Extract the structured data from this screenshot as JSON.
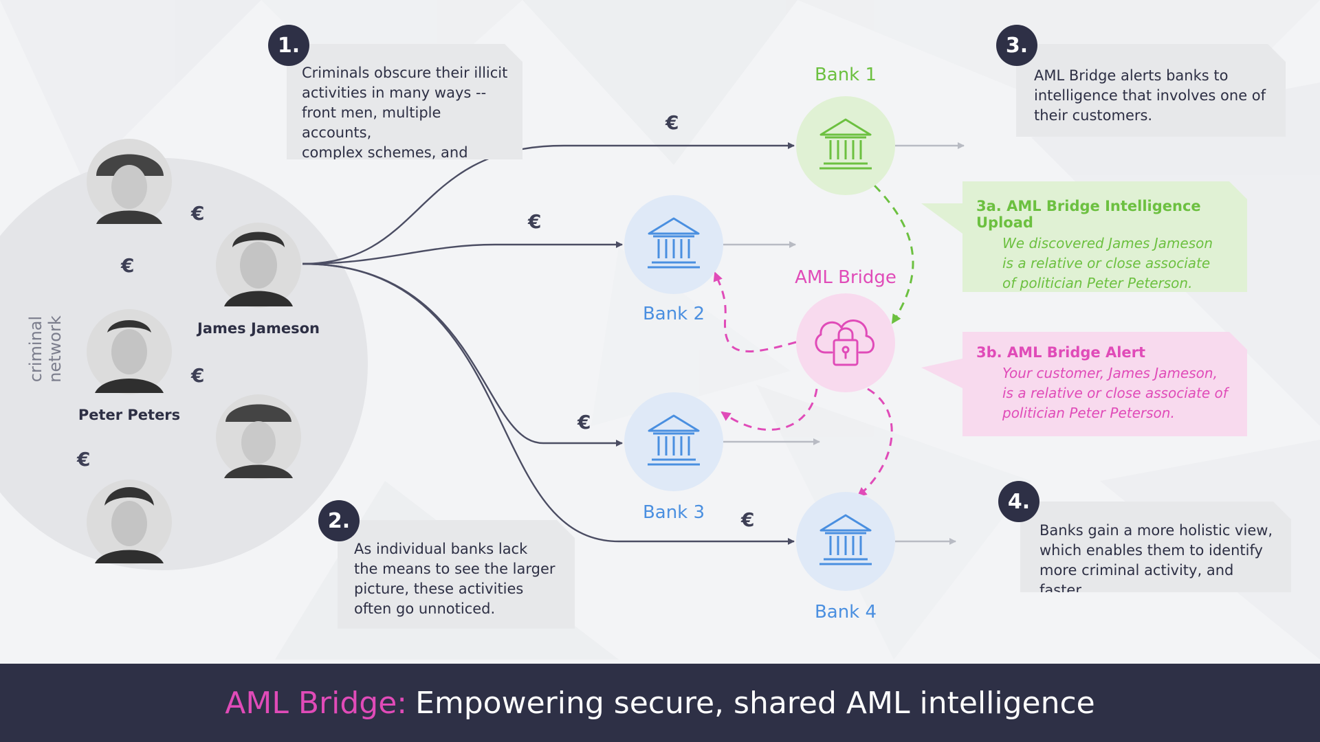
{
  "colors": {
    "dark": "#2e3046",
    "bank_blue": "#4a8fe0",
    "bank_green": "#6cc040",
    "bridge_pink": "#e04bb8",
    "card_gray": "#e7e8ea"
  },
  "steps": {
    "step1": {
      "number": "1.",
      "lines": [
        "Criminals obscure their illicit",
        "activities in many ways --",
        "front men, multiple accounts,",
        "complex schemes, and more."
      ]
    },
    "step2": {
      "number": "2.",
      "lines": [
        "As individual banks lack",
        "the means to see the larger",
        "picture, these activities",
        "often go unnoticed."
      ]
    },
    "step3": {
      "number": "3.",
      "lines": [
        "AML Bridge alerts banks to",
        "intelligence that involves one of",
        "their customers."
      ]
    },
    "step4": {
      "number": "4.",
      "lines": [
        "Banks gain a more holistic view,",
        "which enables them to identify",
        "more criminal activity, and faster."
      ]
    }
  },
  "callouts": {
    "upload": {
      "title": "3a. AML Bridge Intelligence Upload",
      "lines": [
        "We discovered James Jameson",
        "is a relative or close associate",
        "of politician Peter Peterson."
      ]
    },
    "alert": {
      "title": "3b. AML Bridge Alert",
      "lines": [
        "Your customer, James Jameson,",
        "is a relative or close associate of",
        "politician Peter Peterson."
      ]
    }
  },
  "network": {
    "label": "criminal network",
    "people": {
      "main": "James Jameson",
      "second": "Peter Peters"
    },
    "currency": "€"
  },
  "banks": {
    "bank1": "Bank 1",
    "bank2": "Bank 2",
    "bank3": "Bank 3",
    "bank4": "Bank 4"
  },
  "bridge": {
    "label": "AML Bridge",
    "icon": "cloud-lock-icon"
  },
  "footer": {
    "accent": "AML Bridge:",
    "rest": "Empowering secure, shared AML intelligence"
  }
}
